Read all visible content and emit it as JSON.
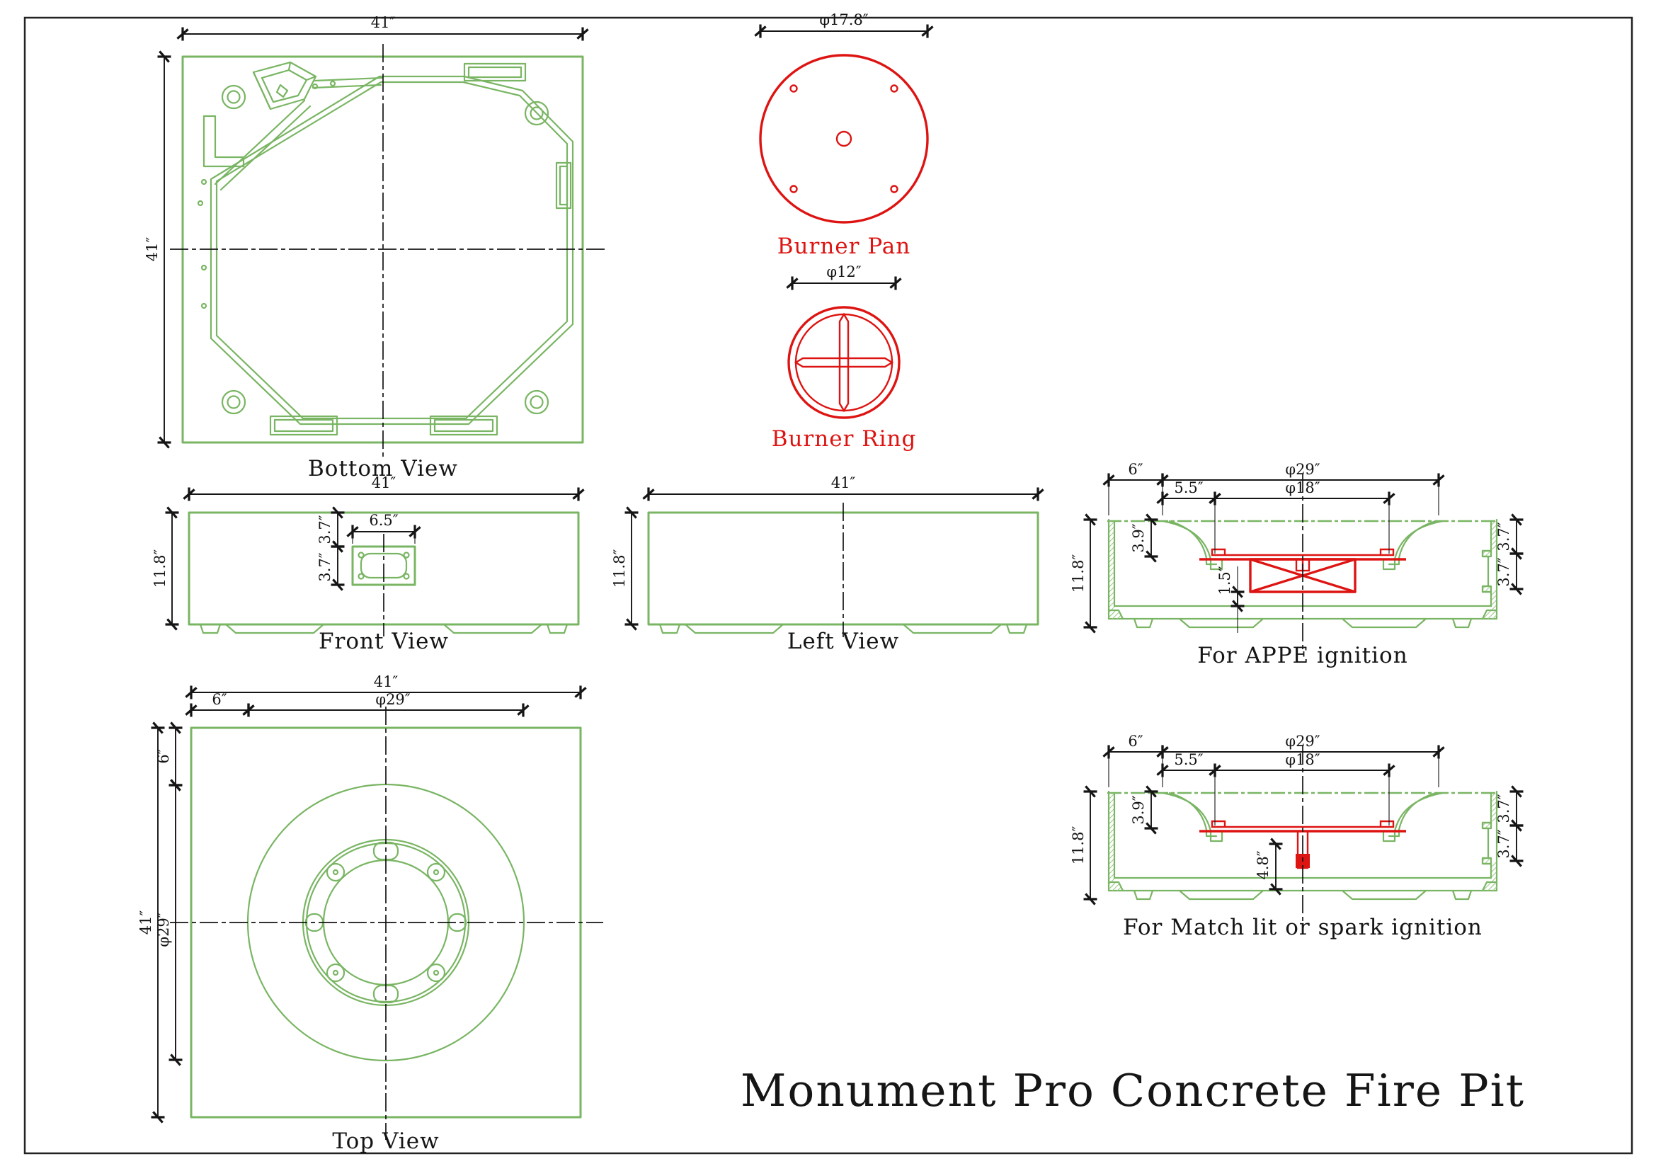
{
  "drawing": {
    "title": "Monument Pro Concrete Fire Pit",
    "colors": {
      "object_line": "#79b563",
      "burner_line": "#dd1412",
      "dimension_line": "#151515"
    }
  },
  "views": {
    "bottom": {
      "label": "Bottom View",
      "width": "41″",
      "height": "41″"
    },
    "burner_pan": {
      "label": "Burner Pan",
      "diameter": "φ17.8″"
    },
    "burner_ring": {
      "label": "Burner Ring",
      "diameter": "φ12″"
    },
    "front": {
      "label": "Front View",
      "width": "41″",
      "height": "11.8″",
      "vent_width": "6.5″",
      "vent_top_offset": "3.7″",
      "vent_height": "3.7″"
    },
    "left": {
      "label": "Left View",
      "width": "41″",
      "height": "11.8″"
    },
    "appe": {
      "label": "For APPE ignition",
      "edge_offset": "6″",
      "bowl_diameter": "φ29″",
      "ledge_offset": "5.5″",
      "pan_diameter": "φ18″",
      "height": "11.8″",
      "bowl_depth": "3.9″",
      "box_clearance": "1.5″",
      "right_upper": "3.7″",
      "right_lower": "3.7″"
    },
    "match": {
      "label": "For Match lit or spark ignition",
      "edge_offset": "6″",
      "bowl_diameter": "φ29″",
      "ledge_offset": "5.5″",
      "pan_diameter": "φ18″",
      "height": "11.8″",
      "bowl_depth": "3.9″",
      "pipe_drop": "4.8″",
      "right_upper": "3.7″",
      "right_lower": "3.7″"
    },
    "top": {
      "label": "Top View",
      "width": "41″",
      "corner_offset": "6″",
      "opening_diameter": "φ29″",
      "height": "41″",
      "corner_offset_v": "6″",
      "opening_diameter_v": "φ29″"
    }
  }
}
